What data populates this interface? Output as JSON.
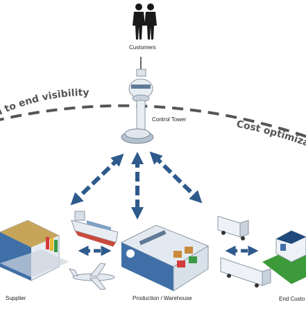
{
  "colors": {
    "arrow": "#2e5a8c",
    "dash": "#555555",
    "arc_text": "#555555",
    "tower": "#dde3ea",
    "building_blue": "#3f6fa6",
    "truck_white": "#eef2f7",
    "green_ground": "#3d9a3a"
  },
  "nodes": {
    "customers": "Customers",
    "control_tower": "Control Tower",
    "supplier": "Supplier",
    "production": "Production / Warehouse",
    "end_customers": "End Custo"
  },
  "arc_labels": {
    "left": "d to end visibility",
    "right": "Cost optimizat"
  },
  "icons": [
    "people-icon",
    "control-tower-icon",
    "supplier-factory-icon",
    "ship-icon",
    "airplane-icon",
    "warehouse-icon",
    "truck-icon",
    "store-icon"
  ]
}
